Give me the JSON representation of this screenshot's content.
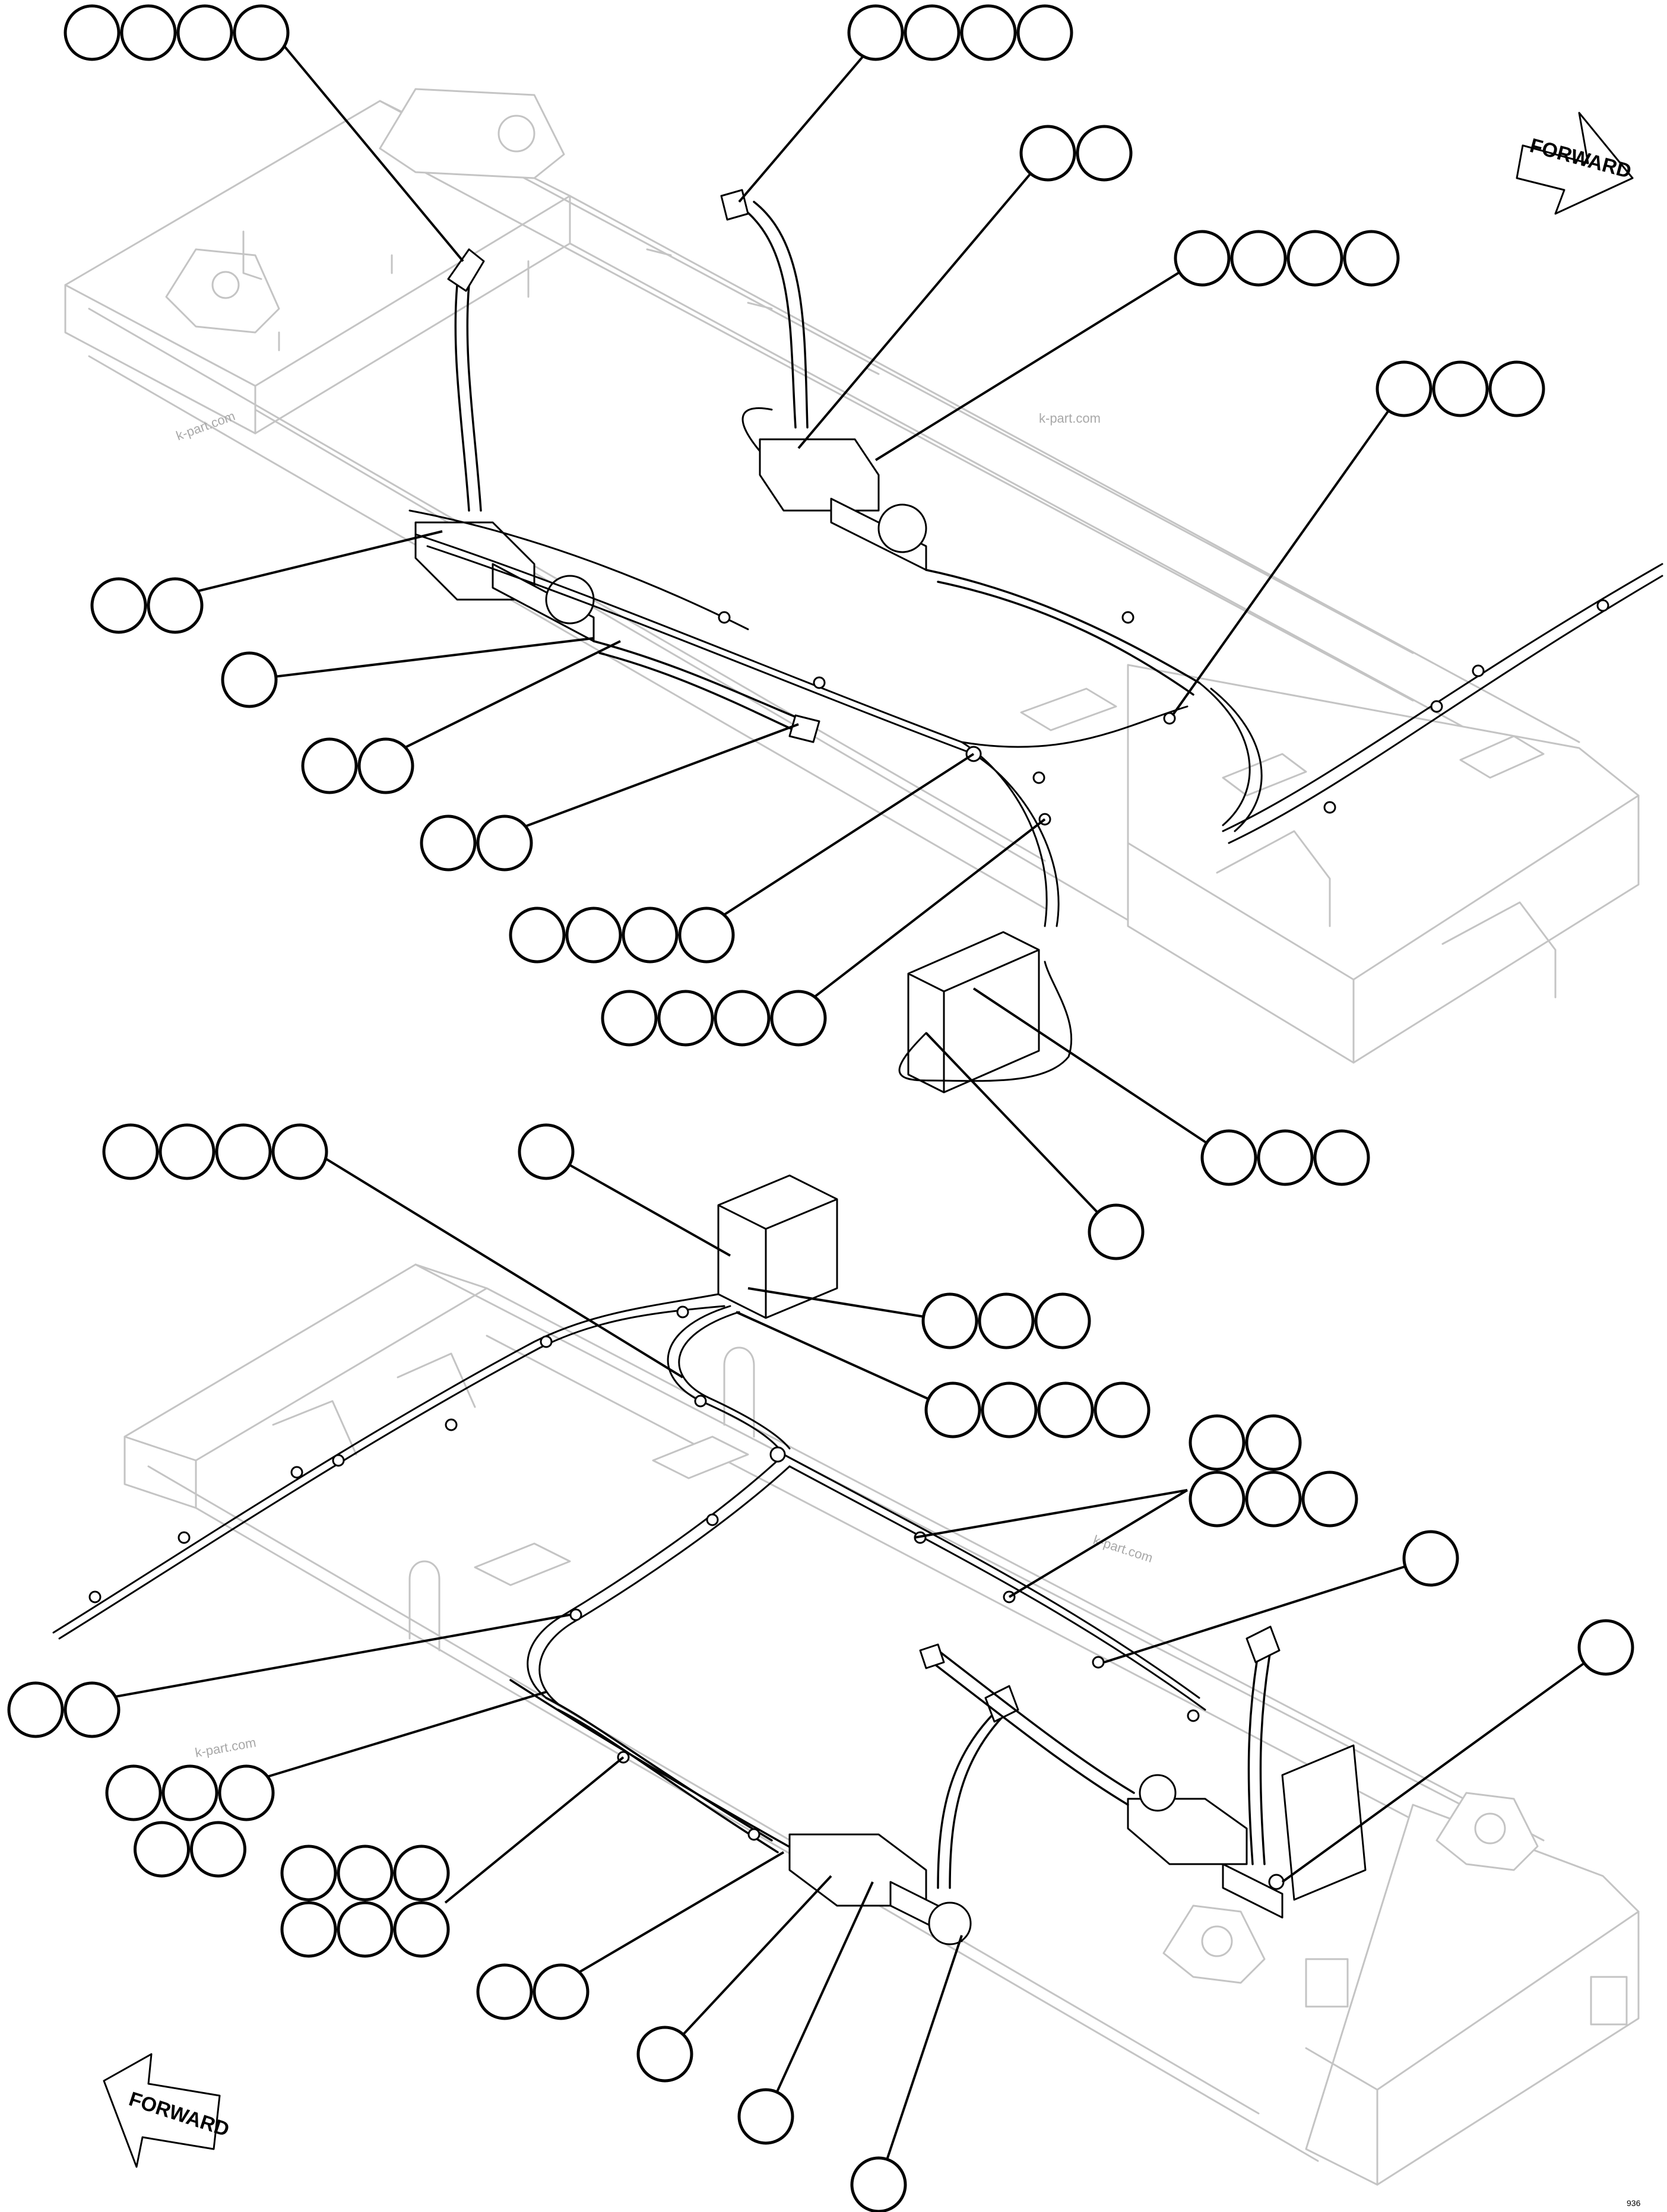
{
  "diagram": {
    "direction_label_top": "FORWARD",
    "direction_label_bottom": "FORWARD",
    "watermark": "k-part.com",
    "sheet_code": "936"
  },
  "colors": {
    "frame_line": "#c4c4c4",
    "ink": "#000000",
    "background": "#ffffff",
    "watermark": "#a8a8a8"
  },
  "callout_groups": [
    {
      "name": "callout-group-1",
      "bubbles": 4
    },
    {
      "name": "callout-group-2",
      "bubbles": 4
    },
    {
      "name": "callout-group-3",
      "bubbles": 2
    },
    {
      "name": "callout-group-4",
      "bubbles": 4
    },
    {
      "name": "callout-group-5",
      "bubbles": 3
    },
    {
      "name": "callout-group-6",
      "bubbles": 2
    },
    {
      "name": "callout-group-7",
      "bubbles": 1
    },
    {
      "name": "callout-group-8",
      "bubbles": 2
    },
    {
      "name": "callout-group-9",
      "bubbles": 2
    },
    {
      "name": "callout-group-10",
      "bubbles": 4
    },
    {
      "name": "callout-group-11",
      "bubbles": 4
    },
    {
      "name": "callout-group-12",
      "bubbles": 3
    },
    {
      "name": "callout-group-13",
      "bubbles": 1
    },
    {
      "name": "callout-group-14",
      "bubbles": 4
    },
    {
      "name": "callout-group-15",
      "bubbles": 1
    },
    {
      "name": "callout-group-16",
      "bubbles": 3
    },
    {
      "name": "callout-group-17",
      "bubbles": 4
    },
    {
      "name": "callout-group-18",
      "bubbles": 5
    },
    {
      "name": "callout-group-19",
      "bubbles": 1
    },
    {
      "name": "callout-group-20",
      "bubbles": 1
    },
    {
      "name": "callout-group-21",
      "bubbles": 2
    },
    {
      "name": "callout-group-22",
      "bubbles": 5
    },
    {
      "name": "callout-group-23",
      "bubbles": 6
    },
    {
      "name": "callout-group-24",
      "bubbles": 2
    },
    {
      "name": "callout-group-25",
      "bubbles": 1
    },
    {
      "name": "callout-group-26",
      "bubbles": 1
    },
    {
      "name": "callout-group-27",
      "bubbles": 1
    }
  ]
}
